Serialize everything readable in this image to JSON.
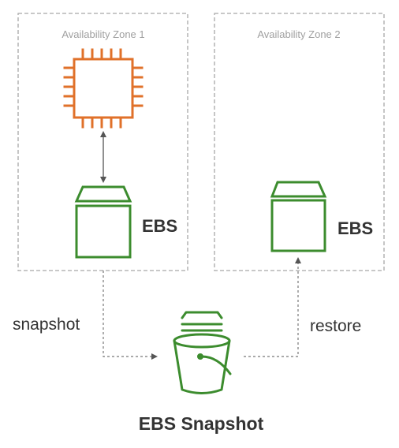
{
  "zones": [
    {
      "label": "Availability Zone 1"
    },
    {
      "label": "Availability Zone 2"
    }
  ],
  "volumes": [
    {
      "label": "EBS"
    },
    {
      "label": "EBS"
    }
  ],
  "arrows": {
    "snapshot_label": "snapshot",
    "restore_label": "restore"
  },
  "snapshot": {
    "label": "EBS Snapshot"
  },
  "colors": {
    "ec2": "#E0712A",
    "ebs": "#3C8C2E",
    "zone_border": "#a8a8a8",
    "arrow": "#666666",
    "text": "#333333"
  },
  "icons": {
    "instance": "ec2-instance-icon",
    "volume": "ebs-volume-icon",
    "snapshot": "s3-bucket-icon"
  }
}
